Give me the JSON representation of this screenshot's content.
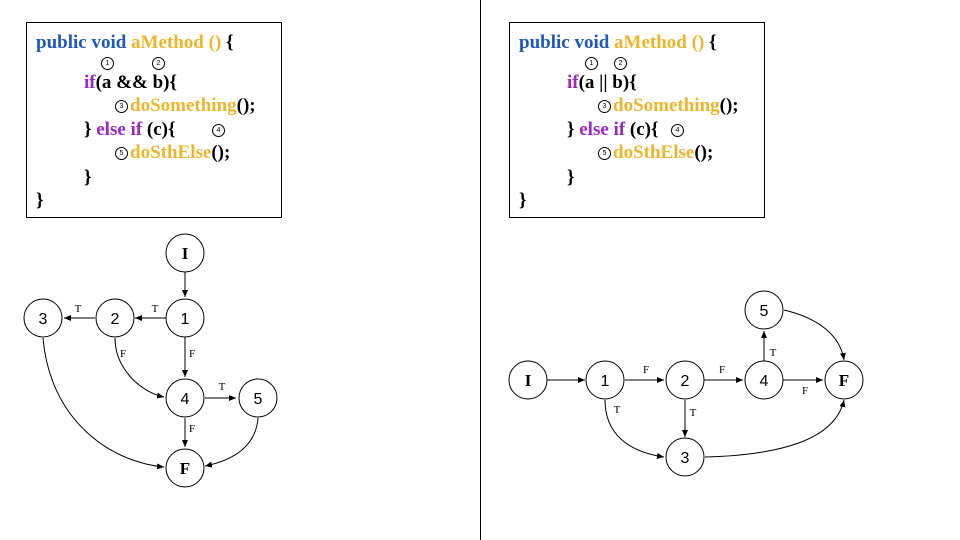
{
  "left": {
    "code": {
      "l1_a": "public void ",
      "l1_b": "aMethod () ",
      "l1_c": "{",
      "l2_if": "if",
      "l2_rest": "(a && b){",
      "l3_call": "doSomething",
      "l3_end": "();",
      "l4_close": "} ",
      "l4_elseif": "else if",
      "l4_cond": " (c){",
      "l5_call": "doSthElse",
      "l5_end": "();",
      "l6": "}",
      "l7": "}",
      "m1": "1",
      "m2": "2",
      "m3": "3",
      "m4": "4",
      "m5": "5"
    },
    "graph": {
      "nodes": {
        "I": "I",
        "n1": "1",
        "n2": "2",
        "n3": "3",
        "n4": "4",
        "n5": "5",
        "F": "F"
      },
      "edges": {
        "e12": "T",
        "e23": "T",
        "e14": "F",
        "e24": "F",
        "e45": "T",
        "e4F": "F"
      }
    }
  },
  "right": {
    "code": {
      "l1_a": "public void ",
      "l1_b": "aMethod () ",
      "l1_c": "{",
      "l2_if": "if",
      "l2_rest": "(a || b){",
      "l3_call": "doSomething",
      "l3_end": "();",
      "l4_close": "} ",
      "l4_elseif": "else if",
      "l4_cond": " (c){",
      "l5_call": "doSthElse",
      "l5_end": "();",
      "l6": "}",
      "l7": "}",
      "m1": "1",
      "m2": "2",
      "m3": "3",
      "m4": "4",
      "m5": "5"
    },
    "graph": {
      "nodes": {
        "I": "I",
        "n1": "1",
        "n2": "2",
        "n3": "3",
        "n4": "4",
        "n5": "5",
        "F": "F"
      },
      "edges": {
        "e12": "F",
        "e13": "T",
        "e24": "F",
        "e23": "T",
        "e45": "T",
        "e4F": "F"
      }
    }
  }
}
